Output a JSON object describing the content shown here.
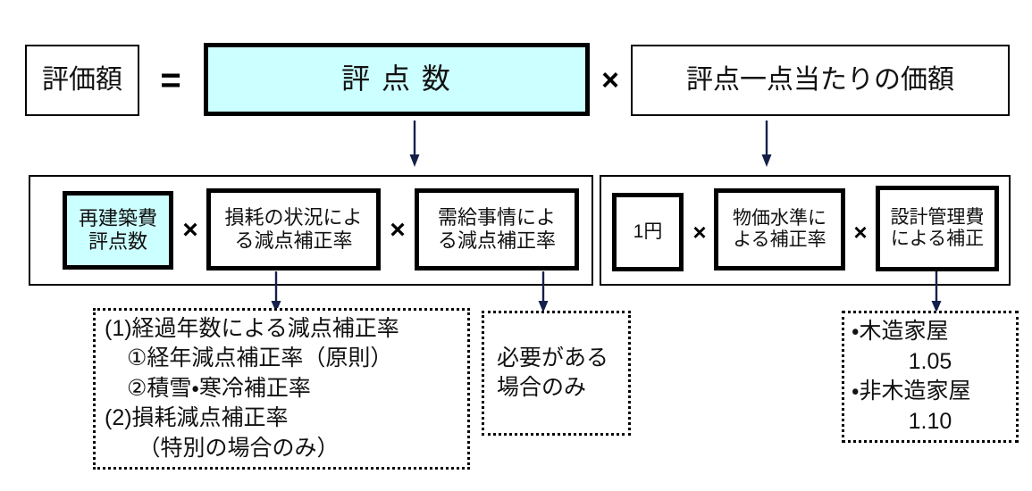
{
  "diagram": {
    "title_formula": "評価額 = 評点数 × 評点一点当たりの価額",
    "colors": {
      "highlight_fill": "#CCFFFF",
      "line": "#000000",
      "text": "#111111"
    },
    "row1": {
      "result_box": "評価額",
      "equals": "=",
      "points_box": "評 点 数",
      "multiply": "×",
      "unit_price_box": "評点一点当たりの価額"
    },
    "row2_left": {
      "boxes": [
        "再建築費\n評点数",
        "損耗の状況によ\nる減点補正率",
        "需給事情によ\nる減点補正率"
      ],
      "operators": [
        "×",
        "×"
      ]
    },
    "row2_right": {
      "boxes": [
        "1円",
        "物価水準に\nよる補正率",
        "設計管理費\nによる補正"
      ],
      "operators": [
        "×",
        "×"
      ]
    },
    "notes": {
      "depreciation": {
        "lines": [
          "(1)経過年数による減点補正率",
          "　①経年減点補正率（原則）",
          "　②積雪・寒冷補正率",
          "(2)損耗減点補正率",
          "　　（特別の場合のみ）"
        ]
      },
      "supply_demand": {
        "lines": [
          "必要がある",
          "場合のみ"
        ]
      },
      "design_admin": {
        "lines": [
          "・木造家屋",
          "1.05",
          "・非木造家屋",
          "1.10"
        ],
        "wooden_label": "木造家屋",
        "wooden_value": "1.05",
        "non_wooden_label": "非木造家屋",
        "non_wooden_value": "1.10"
      }
    },
    "arrows": {
      "from_points_box": "↓",
      "from_unit_price_box": "↓",
      "from_wear_box": "↓",
      "from_supply_box": "↓",
      "from_design_box": "↓"
    }
  }
}
